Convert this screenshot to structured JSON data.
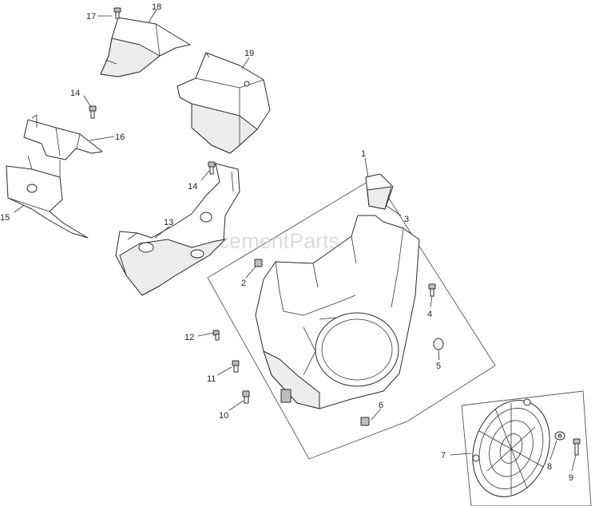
{
  "watermark": "eReplacementParts.com",
  "callouts": [
    {
      "id": "c1",
      "label": "1"
    },
    {
      "id": "c2",
      "label": "2"
    },
    {
      "id": "c3",
      "label": "3"
    },
    {
      "id": "c4",
      "label": "4"
    },
    {
      "id": "c5",
      "label": "5"
    },
    {
      "id": "c6",
      "label": "6"
    },
    {
      "id": "c7",
      "label": "7"
    },
    {
      "id": "c8",
      "label": "8"
    },
    {
      "id": "c9",
      "label": "9"
    },
    {
      "id": "c10",
      "label": "10"
    },
    {
      "id": "c11",
      "label": "11"
    },
    {
      "id": "c12",
      "label": "12"
    },
    {
      "id": "c13",
      "label": "13"
    },
    {
      "id": "c14a",
      "label": "14"
    },
    {
      "id": "c14b",
      "label": "14"
    },
    {
      "id": "c15",
      "label": "15"
    },
    {
      "id": "c16",
      "label": "16"
    },
    {
      "id": "c17",
      "label": "17"
    },
    {
      "id": "c18",
      "label": "18"
    },
    {
      "id": "c19",
      "label": "19"
    }
  ]
}
